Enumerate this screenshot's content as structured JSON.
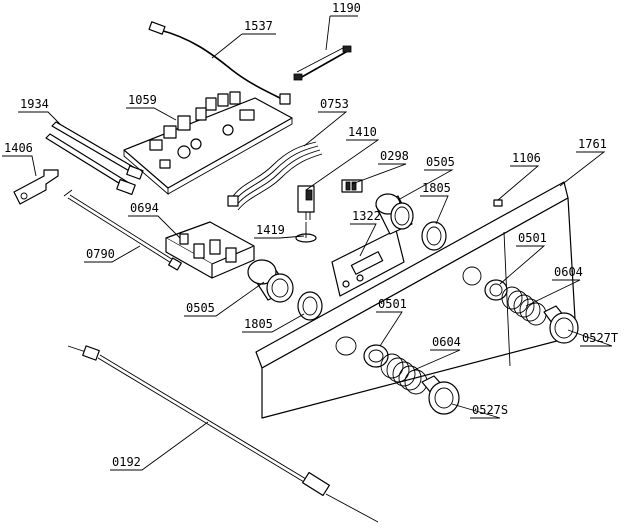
{
  "labels": {
    "p1537": "1537",
    "p1190": "1190",
    "p1934": "1934",
    "p1059": "1059",
    "p0753": "0753",
    "p1406": "1406",
    "p1410": "1410",
    "p0298": "0298",
    "p0505a": "0505",
    "p1106": "1106",
    "p1761": "1761",
    "p1805a": "1805",
    "p0694": "0694",
    "p1419": "1419",
    "p1322": "1322",
    "p0501a": "0501",
    "p0790": "0790",
    "p0604a": "0604",
    "p0505b": "0505",
    "p1805b": "1805",
    "p0501b": "0501",
    "p0527T": "0527T",
    "p0604b": "0604",
    "p0527S": "0527S",
    "p0192": "0192"
  }
}
